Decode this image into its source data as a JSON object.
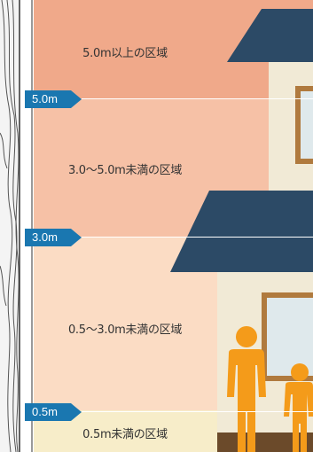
{
  "zones": [
    {
      "label": "5.0m以上の区域",
      "color": "#f0a98a"
    },
    {
      "label": "3.0〜5.0m未満の区域",
      "color": "#f6c1a6"
    },
    {
      "label": "0.5〜3.0m未満の区域",
      "color": "#fbdcc4"
    },
    {
      "label": "0.5m未満の区域",
      "color": "#f7edc9"
    }
  ],
  "thresholds": [
    {
      "label": "5.0m"
    },
    {
      "label": "3.0m"
    },
    {
      "label": "0.5m"
    }
  ],
  "colors": {
    "marker": "#1a77b0",
    "roof": "#2c4a66",
    "wall": "#f1ead6",
    "window_frame": "#b07a3e",
    "person": "#f49b1a",
    "contour_lines": "#555555"
  }
}
